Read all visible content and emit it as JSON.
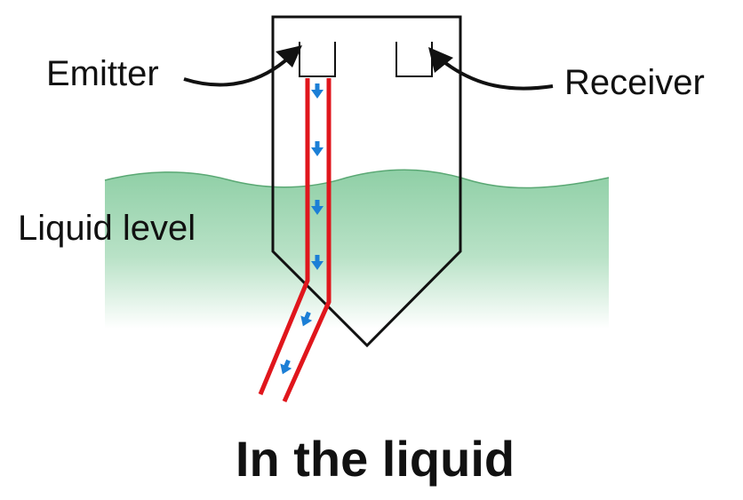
{
  "labels": {
    "emitter": "Emitter",
    "receiver": "Receiver",
    "liquid_level": "Liquid level"
  },
  "caption": "In the liquid",
  "colors": {
    "liquid_top": "#8fcfa6",
    "liquid_bottom": "#ffffff",
    "liquid_edge": "#5aa874",
    "beam": "#e0161c",
    "arrow": "#1c7fd6",
    "outline": "#111111"
  }
}
